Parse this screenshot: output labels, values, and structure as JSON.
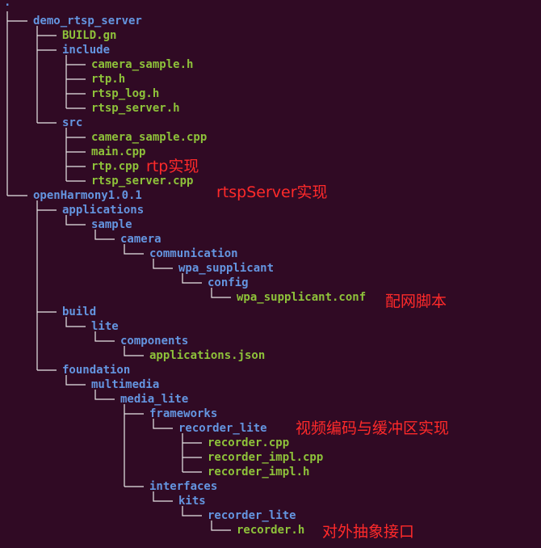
{
  "root": ".",
  "tree": [
    {
      "name": "demo_rtsp_server",
      "type": "dir"
    },
    {
      "name": "BUILD.gn",
      "type": "file"
    },
    {
      "name": "include",
      "type": "dir"
    },
    {
      "name": "camera_sample.h",
      "type": "file"
    },
    {
      "name": "rtp.h",
      "type": "file"
    },
    {
      "name": "rtsp_log.h",
      "type": "file"
    },
    {
      "name": "rtsp_server.h",
      "type": "file"
    },
    {
      "name": "src",
      "type": "dir"
    },
    {
      "name": "camera_sample.cpp",
      "type": "file"
    },
    {
      "name": "main.cpp",
      "type": "file"
    },
    {
      "name": "rtp.cpp",
      "type": "file"
    },
    {
      "name": "rtsp_server.cpp",
      "type": "file"
    },
    {
      "name": "openHarmony1.0.1",
      "type": "dir"
    },
    {
      "name": "applications",
      "type": "dir"
    },
    {
      "name": "sample",
      "type": "dir"
    },
    {
      "name": "camera",
      "type": "dir"
    },
    {
      "name": "communication",
      "type": "dir"
    },
    {
      "name": "wpa_supplicant",
      "type": "dir"
    },
    {
      "name": "config",
      "type": "dir"
    },
    {
      "name": "wpa_supplicant.conf",
      "type": "file"
    },
    {
      "name": "build",
      "type": "dir"
    },
    {
      "name": "lite",
      "type": "dir"
    },
    {
      "name": "components",
      "type": "dir"
    },
    {
      "name": "applications.json",
      "type": "file"
    },
    {
      "name": "foundation",
      "type": "dir"
    },
    {
      "name": "multimedia",
      "type": "dir"
    },
    {
      "name": "media_lite",
      "type": "dir"
    },
    {
      "name": "frameworks",
      "type": "dir"
    },
    {
      "name": "recorder_lite",
      "type": "dir"
    },
    {
      "name": "recorder.cpp",
      "type": "file"
    },
    {
      "name": "recorder_impl.cpp",
      "type": "file"
    },
    {
      "name": "recorder_impl.h",
      "type": "file"
    },
    {
      "name": "interfaces",
      "type": "dir"
    },
    {
      "name": "kits",
      "type": "dir"
    },
    {
      "name": "recorder_lite",
      "type": "dir"
    },
    {
      "name": "recorder.h",
      "type": "file"
    }
  ],
  "annotations": {
    "rtp": "rtp实现",
    "rtsp_server": "rtspServer实现",
    "wpa_config": "配网脚本",
    "recorder_lite": "视频编码与缓冲区实现",
    "recorder_h": "对外抽象接口"
  },
  "colors": {
    "background": "#300a24",
    "directory": "#6495e0",
    "file": "#8ec23a",
    "annotation": "#ff2a2a",
    "tree_line": "#e8e8e8"
  }
}
